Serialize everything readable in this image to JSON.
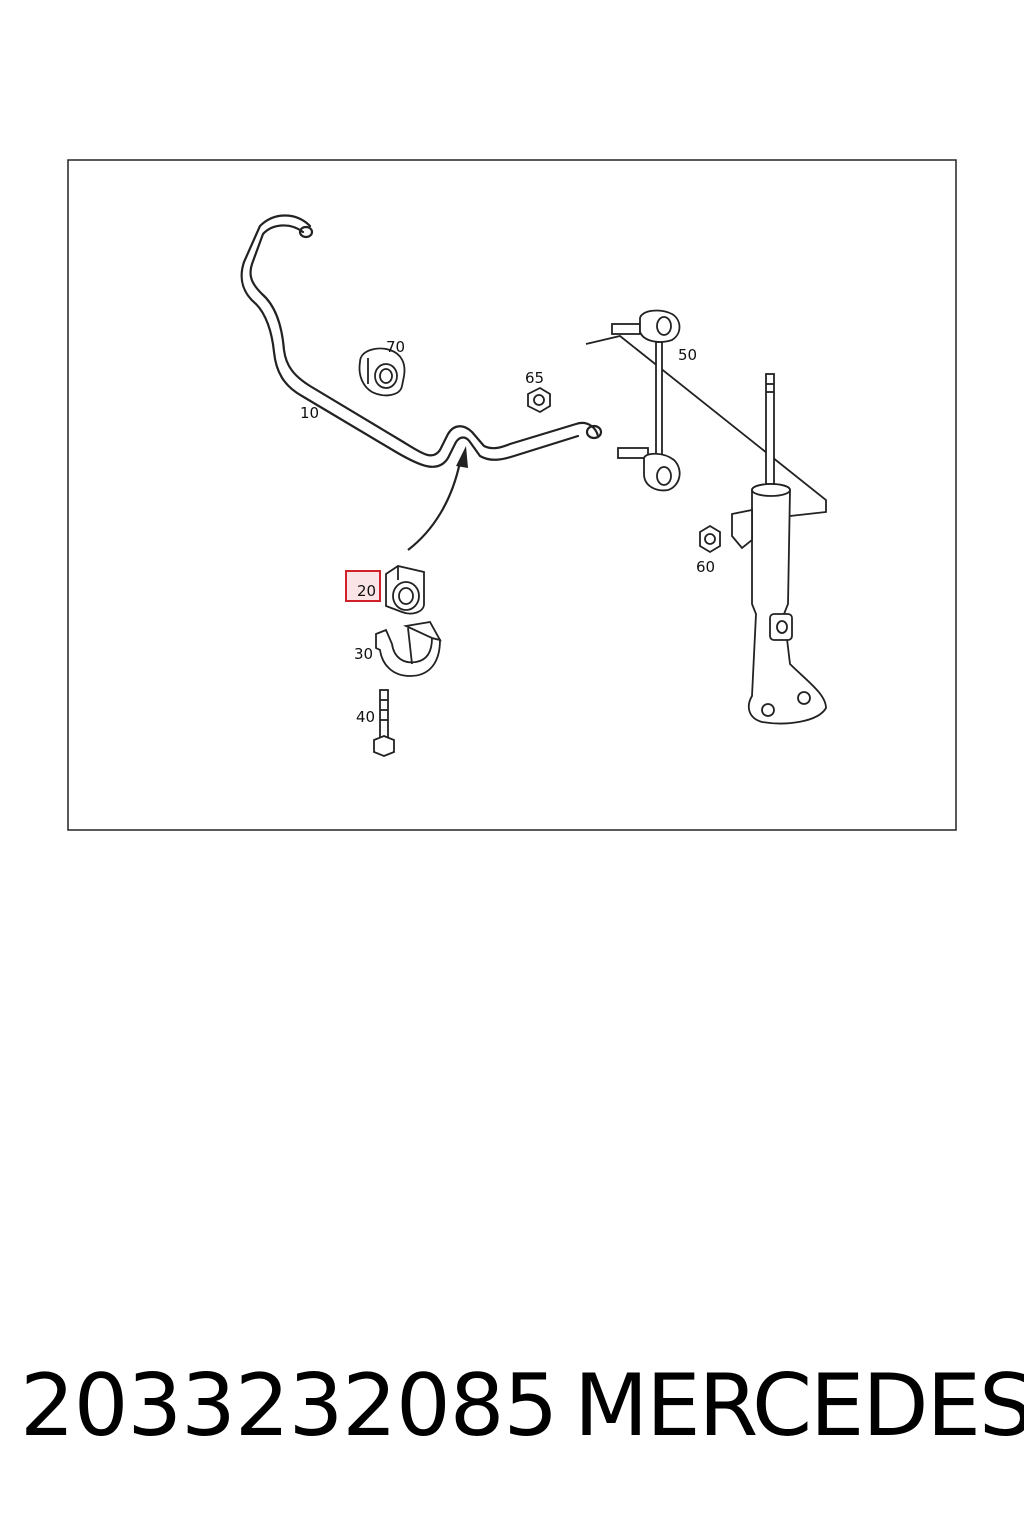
{
  "diagram": {
    "labels": {
      "p10": "10",
      "p20": "20",
      "p30": "30",
      "p40": "40",
      "p50": "50",
      "p60": "60",
      "p65": "65",
      "p70": "70"
    },
    "highlight_color": "#d0202a",
    "highlight_fill": "#fbe4e6"
  },
  "footer": {
    "part_number": "2033232085",
    "brand": "MERCEDES"
  }
}
